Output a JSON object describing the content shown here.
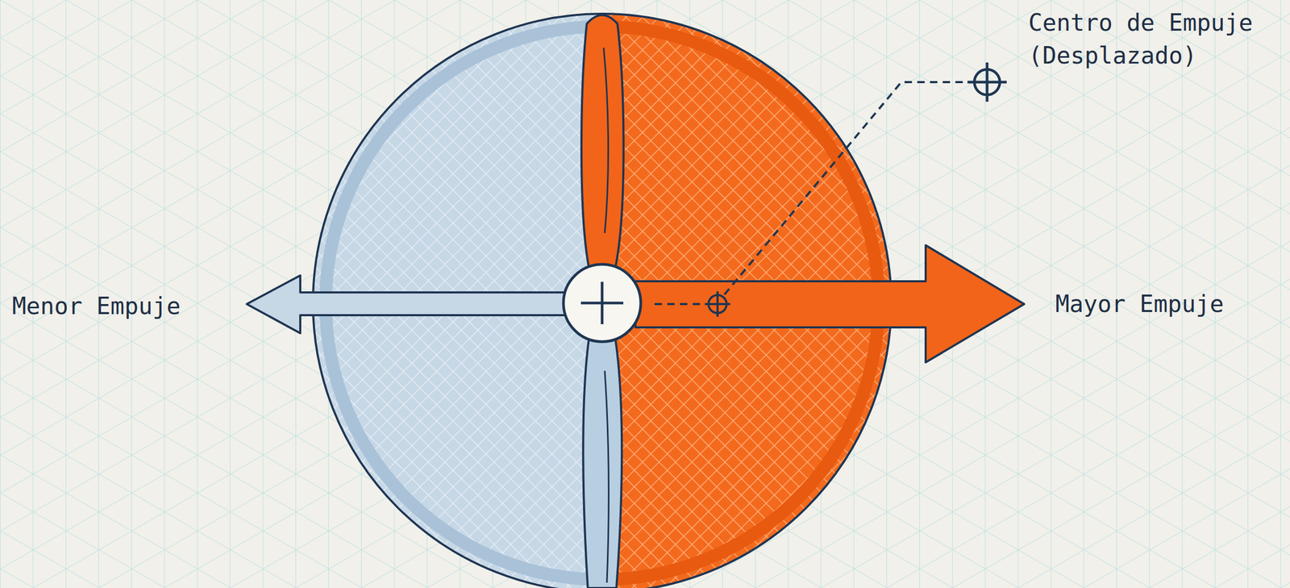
{
  "diagram": {
    "labels": [
      "Centro de Empuje (Desplazado)",
      "Menor Empuje",
      "Mayor Empuje"
    ]
  }
}
